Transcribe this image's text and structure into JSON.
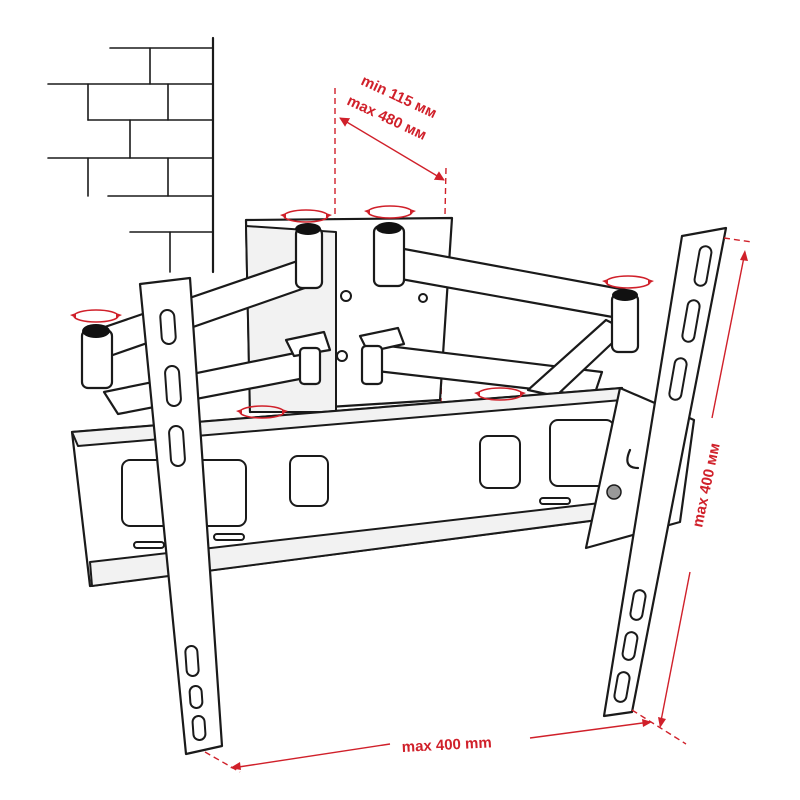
{
  "dimensions": {
    "min_depth": "min 115 мм",
    "max_depth": "max 480 мм",
    "vertical_max": "max 400 мм",
    "horizontal_max": "max 400 mm"
  },
  "colors": {
    "annotation": "#d0202a",
    "outline": "#1a1a1a"
  }
}
